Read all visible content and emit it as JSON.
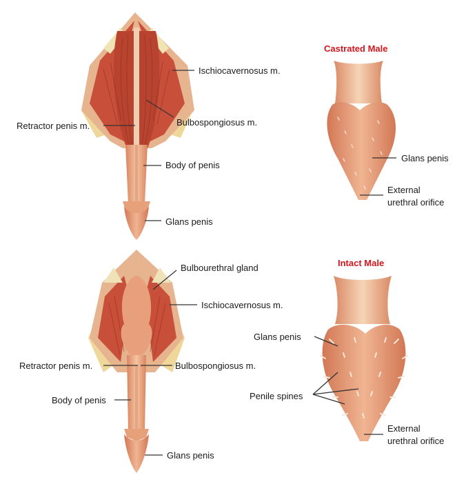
{
  "titles": {
    "castrated": "Castrated Male",
    "intact": "Intact Male"
  },
  "labels": {
    "top": {
      "ischiocavernosus": "Ischiocavernosus m.",
      "retractor": "Retractor penis m.",
      "bulbospongiosus": "Bulbospongiosus m.",
      "body": "Body of penis",
      "glans": "Glans penis"
    },
    "bottom": {
      "bulbourethral": "Bulbourethral gland",
      "ischiocavernosus": "Ischiocavernosus m.",
      "retractor": "Retractor penis m.",
      "bulbospongiosus": "Bulbospongiosus m.",
      "body": "Body of penis",
      "glans": "Glans penis"
    },
    "castrated": {
      "glans": "Glans penis",
      "orifice_line1": "External",
      "orifice_line2": "urethral orifice"
    },
    "intact": {
      "glans": "Glans penis",
      "spines": "Penile spines",
      "orifice_line1": "External",
      "orifice_line2": "urethral orifice"
    }
  },
  "colors": {
    "title": "#d0161e",
    "muscle": "#c9503a",
    "muscle_dark": "#a53a28",
    "skin": "#e9a57e",
    "skin_light": "#f3c3a0",
    "fat": "#f1dca0",
    "leader": "#333333"
  }
}
